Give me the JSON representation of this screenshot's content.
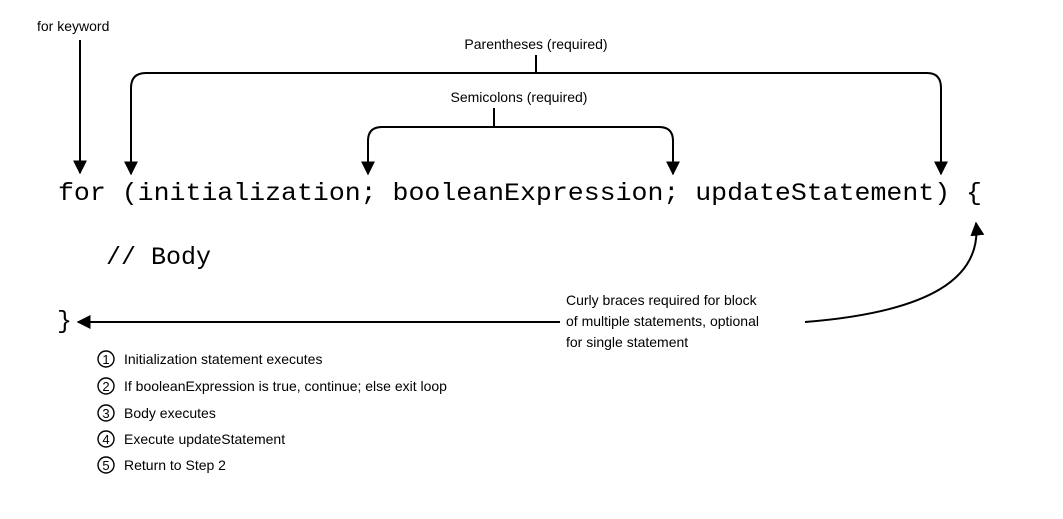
{
  "labels": {
    "for_keyword": "for keyword",
    "parentheses": "Parentheses (required)",
    "semicolons": "Semicolons (required)",
    "curly_line1": "Curly braces required for block",
    "curly_line2": "of multiple statements, optional",
    "curly_line3": "for single statement"
  },
  "code": {
    "for_line": "for (initialization; booleanExpression; updateStatement) {",
    "body": "// Body",
    "close_brace": "}"
  },
  "steps": [
    {
      "number": "1",
      "text": "Initialization statement executes"
    },
    {
      "number": "2",
      "text": "If booleanExpression is true, continue; else exit loop"
    },
    {
      "number": "3",
      "text": "Body executes"
    },
    {
      "number": "4",
      "text": "Execute updateStatement"
    },
    {
      "number": "5",
      "text": "Return to Step 2"
    }
  ]
}
